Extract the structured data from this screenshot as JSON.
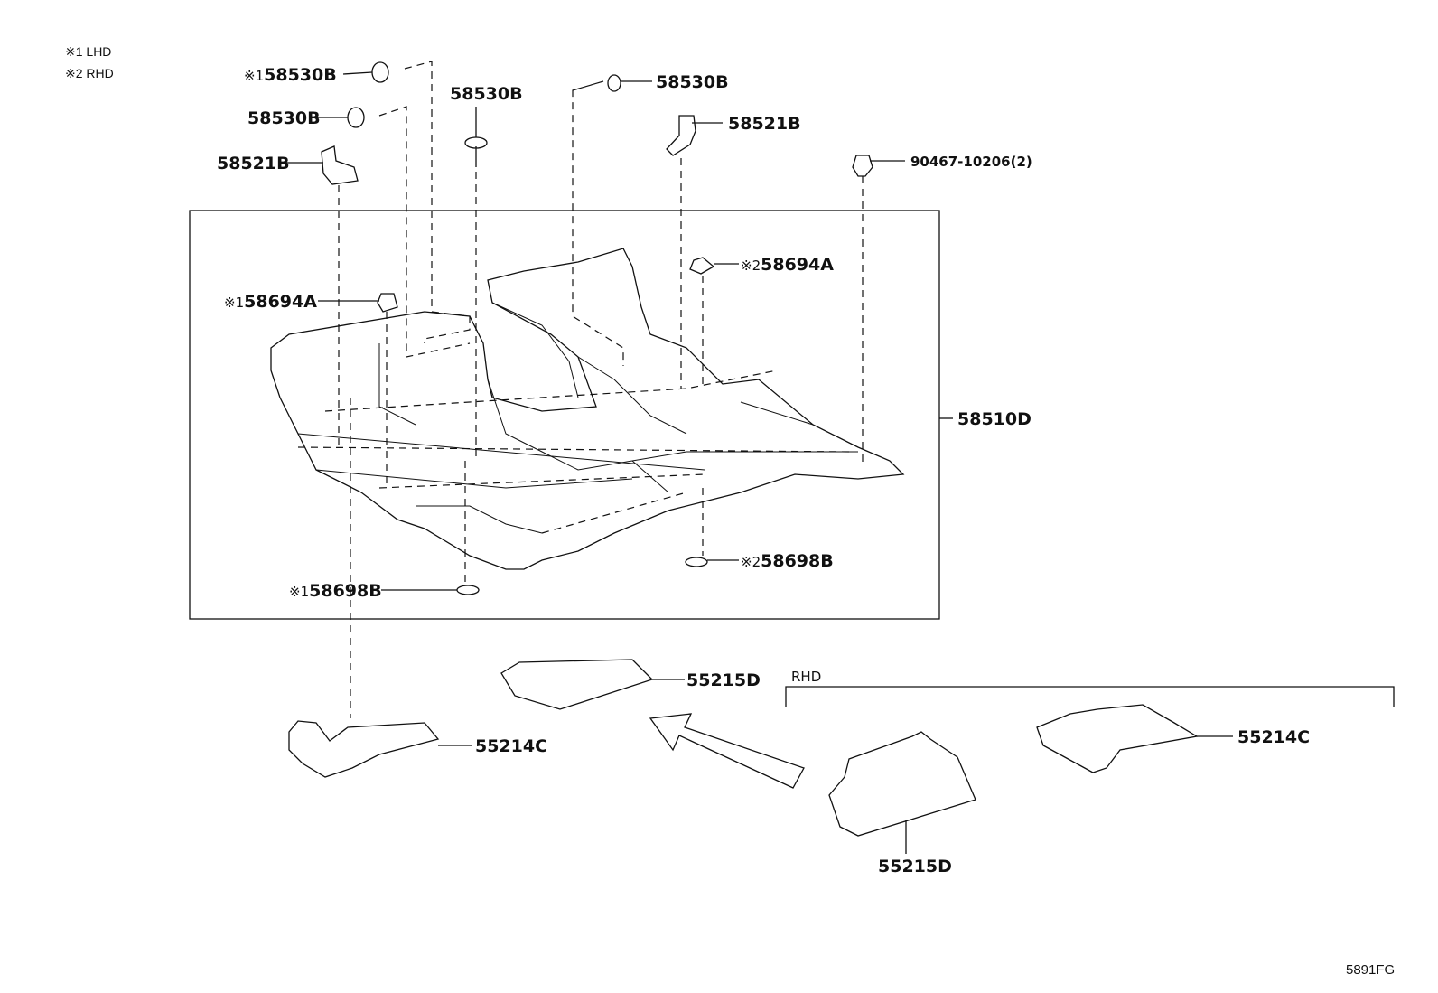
{
  "notes": {
    "note1": "※1 LHD",
    "note2": "※2 RHD"
  },
  "callouts": {
    "c1": {
      "mark": "※1",
      "code": "58530B"
    },
    "c2": {
      "mark": "",
      "code": "58530B"
    },
    "c3": {
      "mark": "",
      "code": "58530B"
    },
    "c4": {
      "mark": "",
      "code": "58530B"
    },
    "c5": {
      "mark": "",
      "code": "58521B"
    },
    "c6": {
      "mark": "",
      "code": "58521B"
    },
    "c7": {
      "mark": "",
      "code": "90467-10206(2)"
    },
    "c8": {
      "mark": "※2",
      "code": "58694A"
    },
    "c9": {
      "mark": "※1",
      "code": "58694A"
    },
    "c10": {
      "mark": "",
      "code": "58510D"
    },
    "c11": {
      "mark": "※2",
      "code": "58698B"
    },
    "c12": {
      "mark": "※1",
      "code": "58698B"
    },
    "c13": {
      "mark": "",
      "code": "55215D"
    },
    "c14": {
      "mark": "",
      "code": "55214C"
    },
    "c15": {
      "mark": "",
      "code": "55214C"
    },
    "c16": {
      "mark": "",
      "code": "55215D"
    }
  },
  "group_label": "RHD",
  "figure_code": "5891FG"
}
